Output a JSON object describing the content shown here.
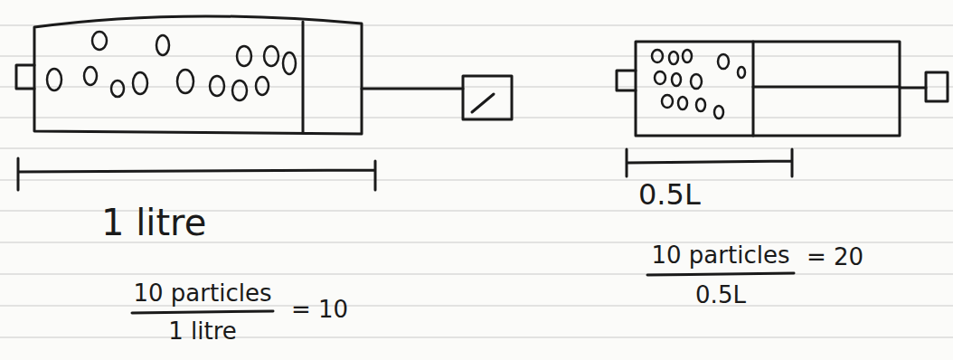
{
  "diagram": {
    "labels": [
      "1 litre",
      "10 particles",
      "1 litre",
      "= 10",
      "0.5L",
      "10 particles",
      "0.5L",
      "= 20"
    ]
  }
}
